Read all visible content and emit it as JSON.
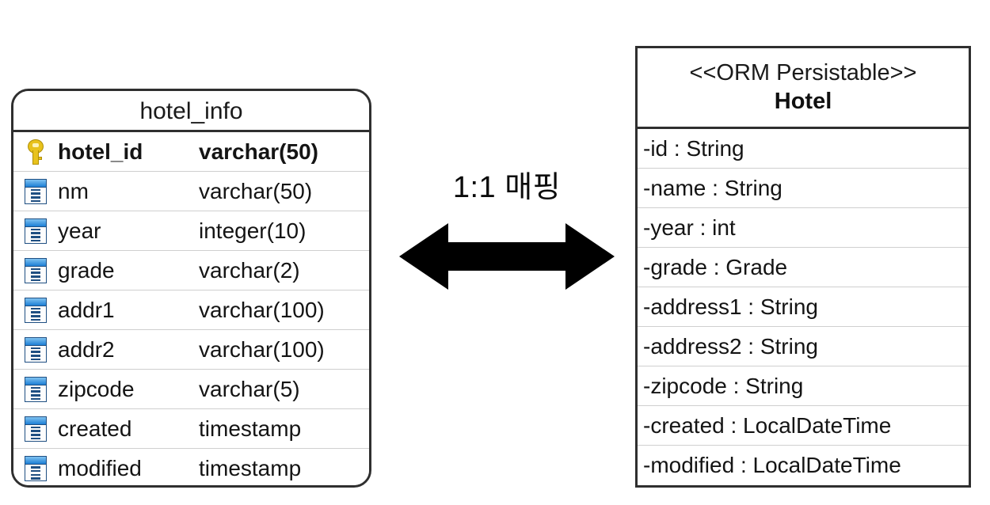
{
  "erd": {
    "title": "hotel_info",
    "pk_icon": "key-icon",
    "column_icon": "column-icon",
    "columns": [
      {
        "icon": "key-icon",
        "name": "hotel_id",
        "type": "varchar(50)",
        "primary_key": true
      },
      {
        "icon": "column-icon",
        "name": "nm",
        "type": "varchar(50)",
        "primary_key": false
      },
      {
        "icon": "column-icon",
        "name": "year",
        "type": "integer(10)",
        "primary_key": false
      },
      {
        "icon": "column-icon",
        "name": "grade",
        "type": "varchar(2)",
        "primary_key": false
      },
      {
        "icon": "column-icon",
        "name": "addr1",
        "type": "varchar(100)",
        "primary_key": false
      },
      {
        "icon": "column-icon",
        "name": "addr2",
        "type": "varchar(100)",
        "primary_key": false
      },
      {
        "icon": "column-icon",
        "name": "zipcode",
        "type": "varchar(5)",
        "primary_key": false
      },
      {
        "icon": "column-icon",
        "name": "created",
        "type": "timestamp",
        "primary_key": false
      },
      {
        "icon": "column-icon",
        "name": "modified",
        "type": "timestamp",
        "primary_key": false
      }
    ]
  },
  "mapping": {
    "label": "1:1 매핑",
    "arrow_icon": "double-headed-arrow-icon",
    "arrow_color": "#000000"
  },
  "uml": {
    "stereotype": "<<ORM Persistable>>",
    "class_name": "Hotel",
    "attributes": [
      {
        "text": "-id : String"
      },
      {
        "text": "-name : String"
      },
      {
        "text": "-year : int"
      },
      {
        "text": "-grade : Grade"
      },
      {
        "text": "-address1 : String"
      },
      {
        "text": "-address2 : String"
      },
      {
        "text": "-zipcode : String"
      },
      {
        "text": "-created : LocalDateTime"
      },
      {
        "text": "-modified : LocalDateTime"
      }
    ]
  },
  "colors": {
    "border": "#2f2f2f",
    "row_divider": "#cfcfcf",
    "background": "#ffffff",
    "text": "#141414",
    "key_gold": "#e8c21c",
    "column_blue": "#1c7fd6"
  }
}
